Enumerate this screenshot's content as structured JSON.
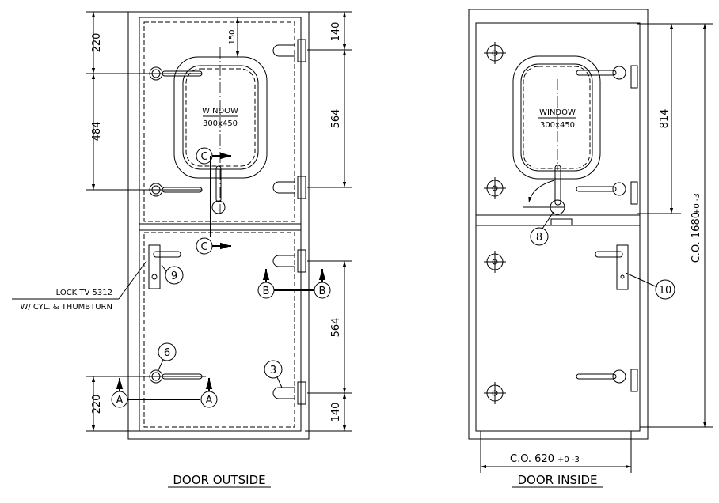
{
  "outside": {
    "title": "DOOR OUTSIDE",
    "window_label": "WINDOW",
    "window_size": "300x450",
    "dims": {
      "top_left": "220",
      "mid_left": "484",
      "bottom_left": "220",
      "top_right": "140",
      "upper_right": "564",
      "lower_right": "564",
      "bottom_right": "140",
      "window_top": "150"
    },
    "lock_note_1": "LOCK TV 5312",
    "lock_note_2": "W/ CYL. & THUMBTURN",
    "callouts": {
      "lock": "9",
      "handle": "6",
      "hinge": "3"
    },
    "sections": {
      "a": "A",
      "b": "B",
      "c": "C"
    }
  },
  "inside": {
    "title": "DOOR INSIDE",
    "window_label": "WINDOW",
    "window_size": "300x450",
    "dims": {
      "upper": "814",
      "cutout_height": "C.O. 1680",
      "cutout_height_tol": "+0 -3",
      "cutout_width": "C.O. 620",
      "cutout_width_tol": "+0 -3"
    },
    "callouts": {
      "latch": "8",
      "lock": "10"
    }
  }
}
